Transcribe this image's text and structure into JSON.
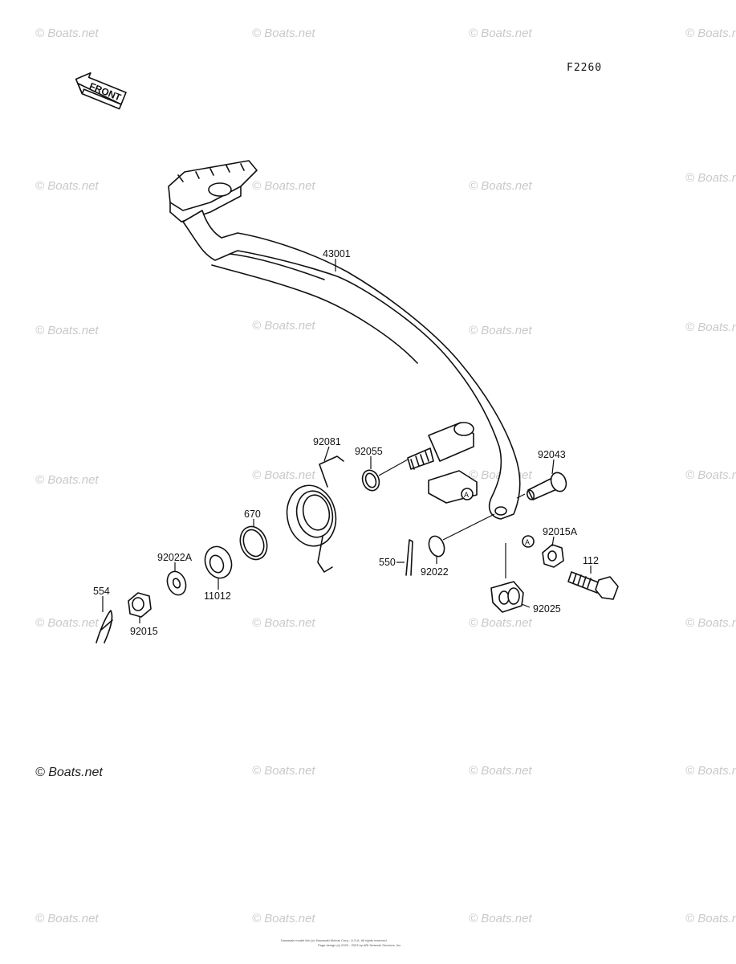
{
  "figure_code": "F2260",
  "front_label": "FRONT",
  "ref_marker": "A",
  "watermark": "© Boats.net",
  "footer": {
    "line1": "Kawasaki model info (c) Kawasaki Motors Corp., U.S.A. All rights reserved.",
    "line2": "Page design (c) 2023 - 2023 by ARI Network Services, Inc."
  },
  "parts": {
    "p43001": "43001",
    "p92081": "92081",
    "p92055": "92055",
    "p92043": "92043",
    "p670": "670",
    "p92022A": "92022A",
    "p554": "554",
    "p11012": "11012",
    "p92015": "92015",
    "p550": "550",
    "p92022": "92022",
    "p92015A": "92015A",
    "p112": "112",
    "p92025": "92025"
  }
}
